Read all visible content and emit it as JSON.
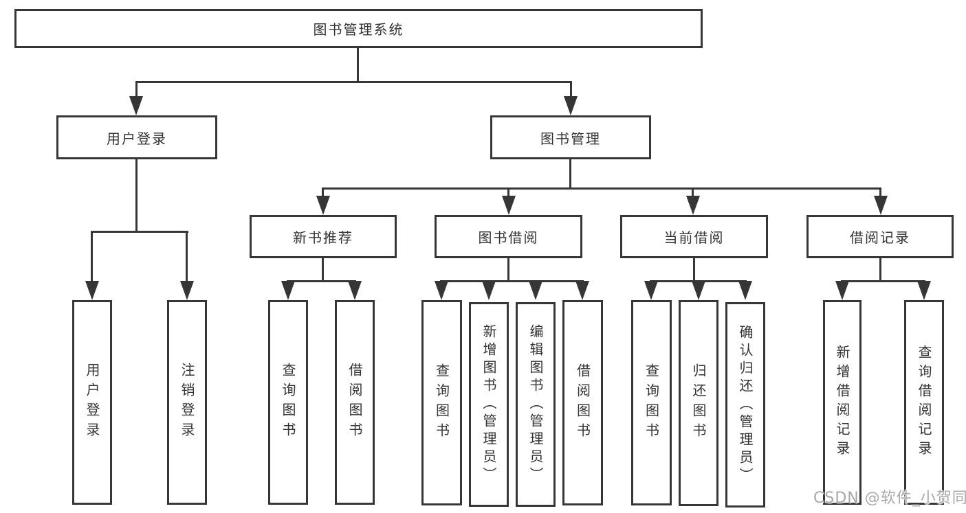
{
  "diagram_title": "图书管理系统",
  "colors": {
    "line": "#363636",
    "text": "#333333",
    "background": "#ffffff",
    "watermark": "#a8a8a8"
  },
  "tree": {
    "label": "图书管理系统",
    "children": [
      {
        "label": "用户登录",
        "children": [
          {
            "label": "用户登录"
          },
          {
            "label": "注销登录"
          }
        ]
      },
      {
        "label": "图书管理",
        "children": [
          {
            "label": "新书推荐",
            "children": [
              {
                "label": "查询图书"
              },
              {
                "label": "借阅图书"
              }
            ]
          },
          {
            "label": "图书借阅",
            "children": [
              {
                "label": "查询图书"
              },
              {
                "label": "新增图书（管理员）"
              },
              {
                "label": "编辑图书（管理员）"
              },
              {
                "label": "借阅图书"
              }
            ]
          },
          {
            "label": "当前借阅",
            "children": [
              {
                "label": "查询图书"
              },
              {
                "label": "归还图书"
              },
              {
                "label": "确认归还（管理员）"
              }
            ]
          },
          {
            "label": "借阅记录",
            "children": [
              {
                "label": "新增借阅记录"
              },
              {
                "label": "查询借阅记录"
              }
            ]
          }
        ]
      }
    ]
  },
  "watermark": {
    "text": "CSDN @软件_小贺同学"
  }
}
